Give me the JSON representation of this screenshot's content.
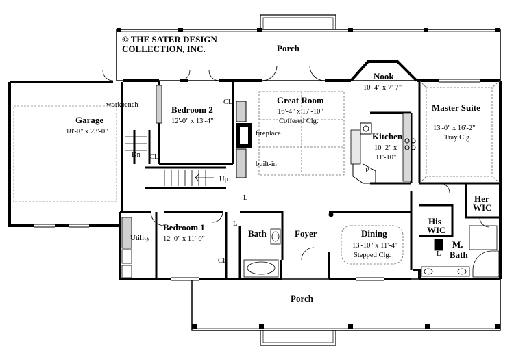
{
  "copyright": {
    "line1": "© THE SATER DESIGN",
    "line2": "COLLECTION, INC."
  },
  "rooms": {
    "porch_rear": {
      "name": "Porch"
    },
    "porch_front": {
      "name": "Porch"
    },
    "garage": {
      "name": "Garage",
      "dims": "18'-0\" x 23'-0\""
    },
    "workbench": {
      "name": "workbench"
    },
    "bedroom2": {
      "name": "Bedroom 2",
      "dims": "12'-0\" x 13'-4\""
    },
    "great_room": {
      "name": "Great Room",
      "dims": "16'-4\" x 17'-10\"",
      "ceiling": "Coffered Clg."
    },
    "nook": {
      "name": "Nook",
      "dims": "10'-4\" x 7'-7\""
    },
    "kitchen": {
      "name": "Kitchen",
      "dims1": "10'-2\" x",
      "dims2": "11'-10\""
    },
    "master_suite": {
      "name": "Master Suite",
      "dims": "13'-0\" x 16'-2\"",
      "ceiling": "Tray Clg."
    },
    "bedroom1": {
      "name": "Bedroom 1",
      "dims": "12'-0\" x 11'-0\""
    },
    "utility": {
      "name": "Utility"
    },
    "bath": {
      "name": "Bath"
    },
    "foyer": {
      "name": "Foyer"
    },
    "dining": {
      "name": "Dining",
      "dims": "13'-10\" x 11'-4\"",
      "ceiling": "Stepped Clg."
    },
    "her_wic": {
      "line1": "Her",
      "line2": "WIC"
    },
    "his_wic": {
      "line1": "His",
      "line2": "WIC"
    },
    "master_bath": {
      "line1": "M.",
      "line2": "Bath"
    }
  },
  "annotations": {
    "closet": "CL",
    "fireplace": "fireplace",
    "built_in": "built-in",
    "stair_up": "Up",
    "stair_down": "Dn",
    "linen": "L",
    "pantry": "P"
  }
}
